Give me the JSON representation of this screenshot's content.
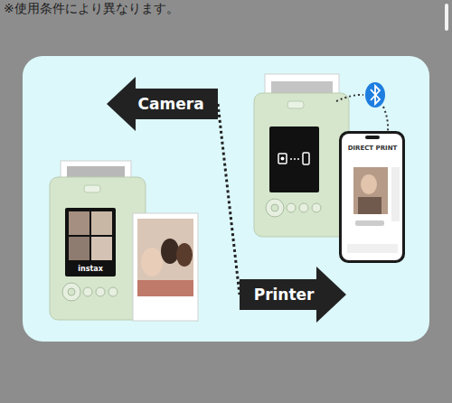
{
  "diagram": {
    "nodes": [
      {
        "text": [
          "Camera"
        ]
      },
      {
        "text": [
          "Printer"
        ]
      }
    ],
    "edges": [
      {
        "from": 0,
        "to": 1,
        "arrow": "none"
      }
    ],
    "labels": [
      "※使用条件により異なります。",
      "DIRECT PRINT",
      "instax"
    ]
  }
}
